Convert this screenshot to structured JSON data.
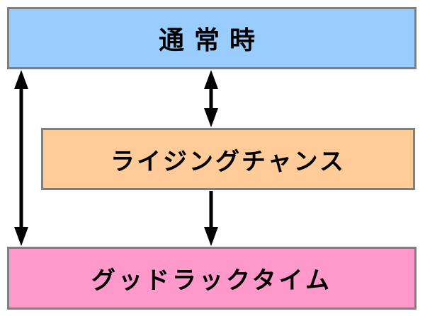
{
  "states": {
    "normal": {
      "label": "通常時",
      "color": "#99ccff"
    },
    "rising_chance": {
      "label": "ライジングチャンス",
      "color": "#ffcc99"
    },
    "good_luck_time": {
      "label": "グッドラックタイム",
      "color": "#ff99cc"
    }
  },
  "transitions": [
    {
      "from": "normal",
      "to": "good_luck_time",
      "direction": "both"
    },
    {
      "from": "normal",
      "to": "rising_chance",
      "direction": "both"
    },
    {
      "from": "rising_chance",
      "to": "good_luck_time",
      "direction": "forward"
    }
  ],
  "arrow_color": "#000000"
}
